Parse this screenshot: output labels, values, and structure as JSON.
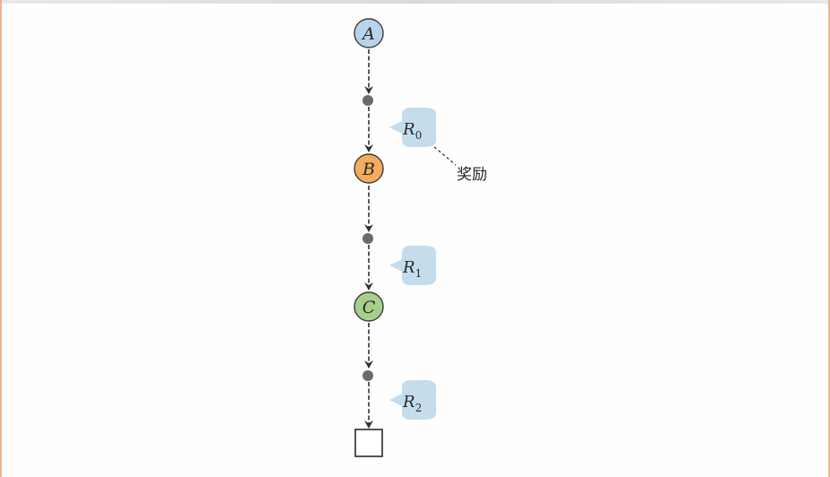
{
  "diagram": {
    "states": [
      {
        "id": "A",
        "label": "A",
        "fill": "#b9d3ea"
      },
      {
        "id": "B",
        "label": "B",
        "fill": "#f3ad5c"
      },
      {
        "id": "C",
        "label": "C",
        "fill": "#a8cf8a"
      }
    ],
    "rewards": [
      {
        "base": "R",
        "sub": "0"
      },
      {
        "base": "R",
        "sub": "1"
      },
      {
        "base": "R",
        "sub": "2"
      }
    ],
    "annotation": "奖励",
    "colors": {
      "arrow": "#333333",
      "action_dot": "#6b6b6b",
      "bubble": "#c5dced",
      "node_stroke": "#3a3a3a"
    }
  }
}
